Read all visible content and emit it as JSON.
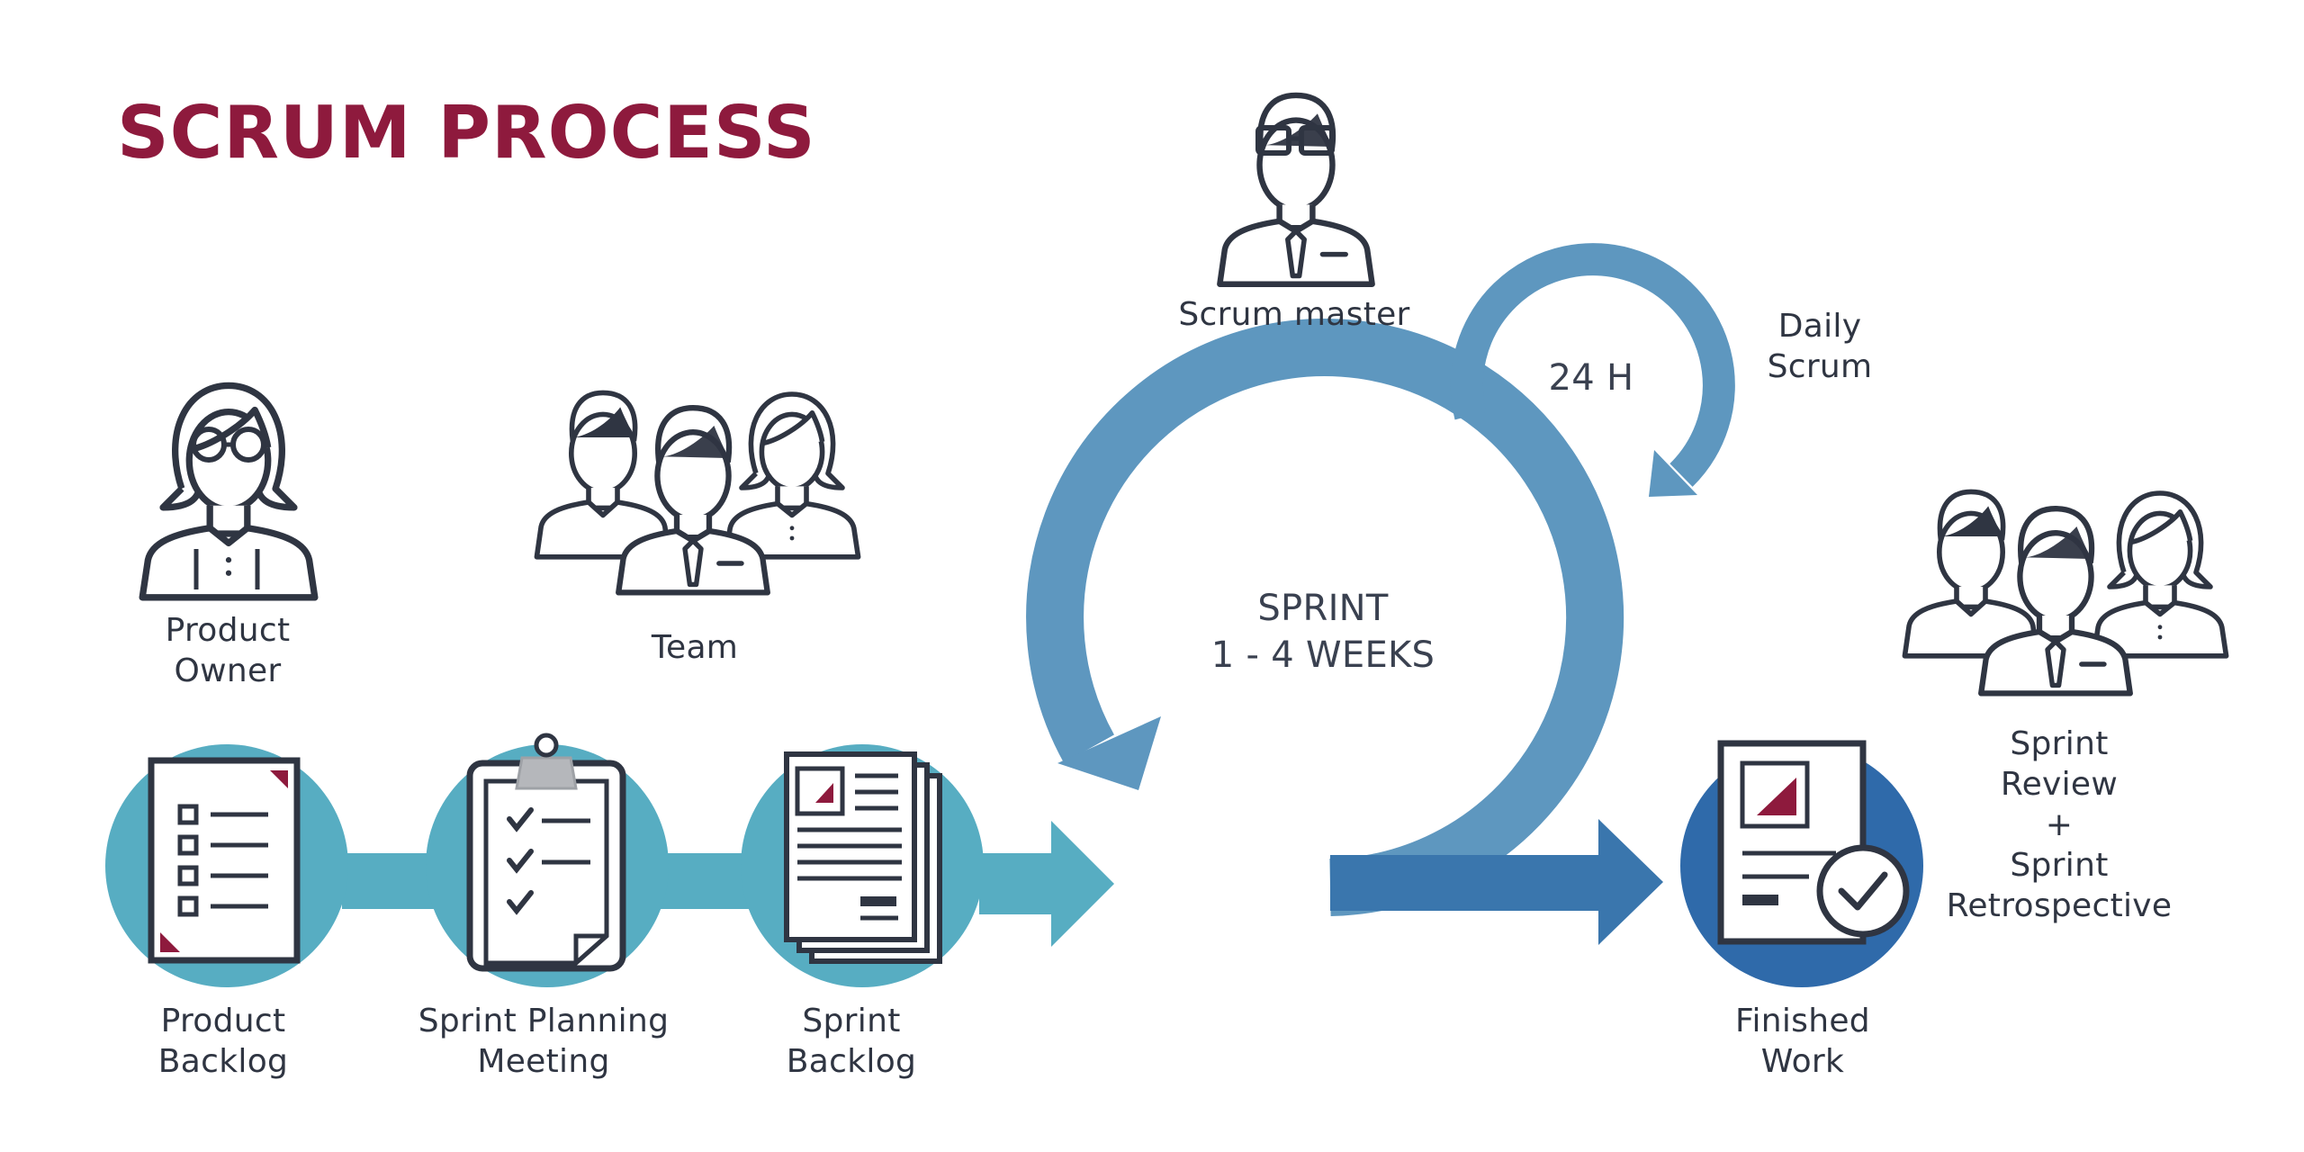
{
  "title": "SCRUM PROCESS",
  "colors": {
    "title": "#8e1a3d",
    "teal": "#57adc2",
    "sprint_blue": "#5e97bf",
    "finish_blue": "#2f6aaa",
    "outline": "#2f3542",
    "doc_accent": "#8e1a3d"
  },
  "roles": {
    "product_owner": {
      "line1": "Product",
      "line2": "Owner",
      "icon": "woman-with-glasses-icon"
    },
    "team": {
      "label": "Team",
      "icon": "team-group-icon"
    },
    "scrum_master": {
      "label": "Scrum master",
      "icon": "man-with-glasses-icon"
    },
    "review": {
      "line1": "Sprint",
      "line2": "Review",
      "line3": "+",
      "line4": "Sprint",
      "line5": "Retrospective",
      "icon": "team-group-icon"
    }
  },
  "steps": [
    {
      "line1": "Product",
      "line2": "Backlog",
      "icon": "checklist-document-icon"
    },
    {
      "line1": "Sprint Planning",
      "line2": "Meeting",
      "icon": "clipboard-icon"
    },
    {
      "line1": "Sprint",
      "line2": "Backlog",
      "icon": "document-stack-icon"
    },
    {
      "line1": "Finished",
      "line2": "Work",
      "icon": "approved-document-icon"
    }
  ],
  "sprint": {
    "line1": "SPRINT",
    "line2": "1 - 4 WEEKS"
  },
  "daily": {
    "hours": "24 H",
    "line1": "Daily",
    "line2": "Scrum"
  }
}
